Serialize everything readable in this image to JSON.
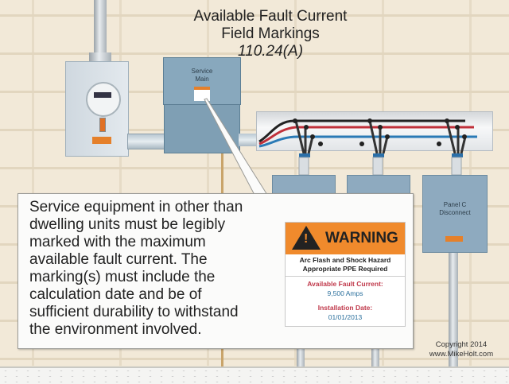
{
  "title": {
    "line1": "Available Fault Current",
    "line2": "Field Markings",
    "code": "110.24(A)"
  },
  "equipment": {
    "meter": {
      "icon": "meter-icon"
    },
    "service_main": {
      "line1": "Service",
      "line2": "Main"
    },
    "panel_c": {
      "line1": "Panel C",
      "line2": "Disconnect"
    }
  },
  "callout": {
    "lines": [
      "Service equipment in other than",
      "dwelling units must be legibly",
      "marked with the maximum",
      "available fault current. The",
      "marking(s) must include the",
      "calculation date and be of",
      "sufficient durability to withstand",
      "the environment involved."
    ]
  },
  "warning_label": {
    "icon": "warning-triangle-icon",
    "heading": "WARNING",
    "sub1": "Arc Flash and Shock Hazard",
    "sub2": "Appropriate PPE Required",
    "fault_label": "Available Fault Current:",
    "fault_value": "9,500 Amps",
    "date_label": "Installation Date:",
    "date_value": "01/01/2013",
    "colors": {
      "header": "#f08a2c",
      "label_red": "#c0394b",
      "value_blue": "#2a6f9c"
    }
  },
  "copyright": {
    "line1": "Copyright 2014",
    "line2": "www.MikeHolt.com"
  }
}
